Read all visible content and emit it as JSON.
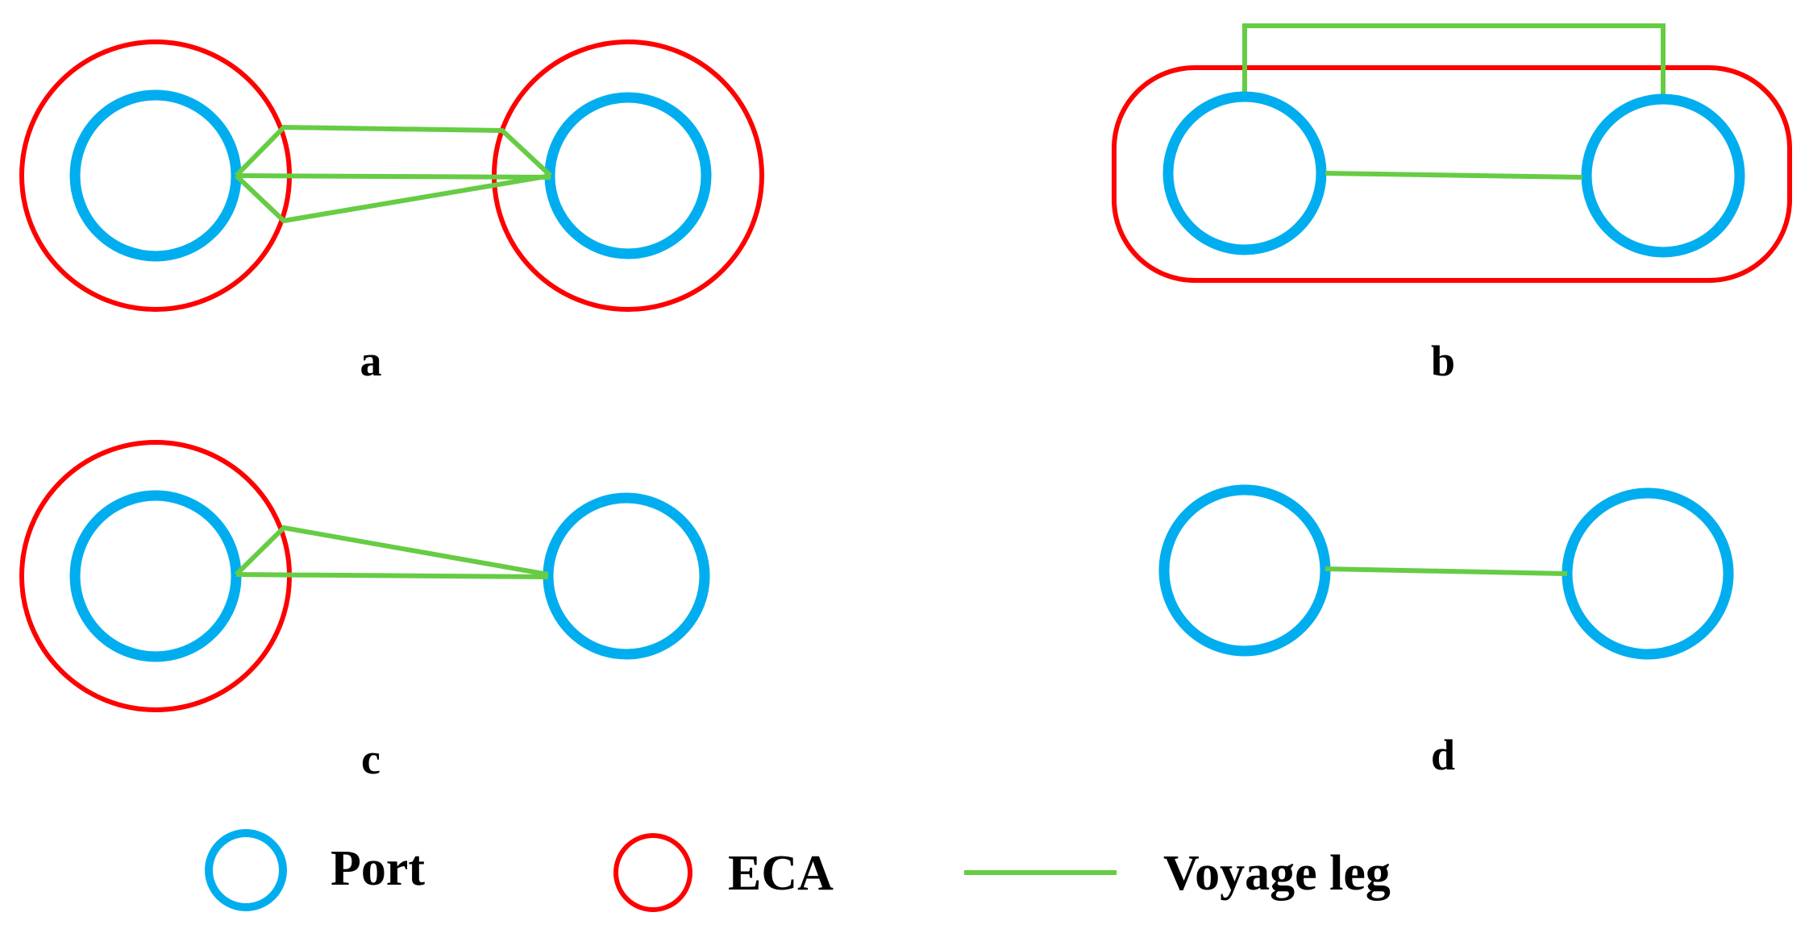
{
  "colors": {
    "port": "#00AEEF",
    "eca": "#FF0000",
    "voyage_leg": "#66CC44",
    "text": "#000000",
    "background": "#FFFFFF"
  },
  "panels": [
    {
      "id": "a",
      "label": "a",
      "ports_in_eca": "both ports each inside a separate ECA"
    },
    {
      "id": "b",
      "label": "b",
      "ports_in_eca": "both ports inside one shared ECA"
    },
    {
      "id": "c",
      "label": "c",
      "ports_in_eca": "one port inside an ECA"
    },
    {
      "id": "d",
      "label": "d",
      "ports_in_eca": "no ECA"
    }
  ],
  "legend": {
    "port_label": "Port",
    "eca_label": "ECA",
    "voyage_leg_label": "Voyage leg"
  }
}
